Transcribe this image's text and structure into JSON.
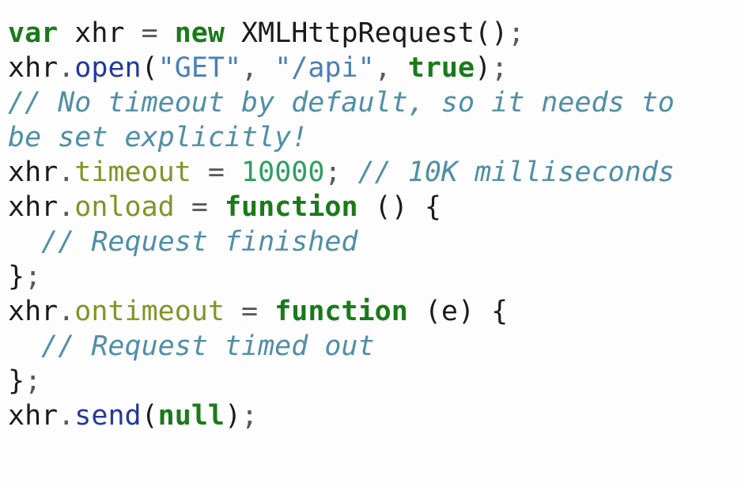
{
  "page": {
    "background": "#fdfdfd"
  },
  "code_block": {
    "language": "javascript",
    "colors": {
      "plain": "#1b1b1b",
      "keyword": "#1a7a1a",
      "number": "#2f9e63",
      "property": "#7d9628",
      "function": "#22389f",
      "string": "#4a7fb9",
      "comment": "#4f8fa6",
      "punctuation": "#595959"
    },
    "lines": [
      [
        [
          "kw",
          "var"
        ],
        [
          "pl",
          " xhr "
        ],
        [
          "pu",
          "="
        ],
        [
          "pl",
          " "
        ],
        [
          "kw",
          "new"
        ],
        [
          "pl",
          " XMLHttpRequest()"
        ],
        [
          "pu",
          ";"
        ]
      ],
      [
        [
          "pl",
          "xhr"
        ],
        [
          "pu",
          "."
        ],
        [
          "fn",
          "open"
        ],
        [
          "pl",
          "("
        ],
        [
          "st",
          "\"GET\""
        ],
        [
          "pu",
          ","
        ],
        [
          "pl",
          " "
        ],
        [
          "st",
          "\"/api\""
        ],
        [
          "pu",
          ","
        ],
        [
          "pl",
          " "
        ],
        [
          "kw",
          "true"
        ],
        [
          "pl",
          ")"
        ],
        [
          "pu",
          ";"
        ]
      ],
      [
        [
          "co",
          "// No timeout by default, so it needs to"
        ]
      ],
      [
        [
          "co",
          "be set explicitly!"
        ]
      ],
      [
        [
          "pl",
          "xhr"
        ],
        [
          "pu",
          "."
        ],
        [
          "pr",
          "timeout"
        ],
        [
          "pl",
          " "
        ],
        [
          "pu",
          "="
        ],
        [
          "pl",
          " "
        ],
        [
          "nu",
          "10000"
        ],
        [
          "pu",
          ";"
        ],
        [
          "pl",
          " "
        ],
        [
          "co",
          "// 10K milliseconds"
        ]
      ],
      [
        [
          "pl",
          "xhr"
        ],
        [
          "pu",
          "."
        ],
        [
          "pr",
          "onload"
        ],
        [
          "pl",
          " "
        ],
        [
          "pu",
          "="
        ],
        [
          "pl",
          " "
        ],
        [
          "kw",
          "function"
        ],
        [
          "pl",
          " () {"
        ]
      ],
      [
        [
          "co",
          "  // Request finished"
        ]
      ],
      [
        [
          "pl",
          "}"
        ],
        [
          "pu",
          ";"
        ]
      ],
      [
        [
          "pl",
          "xhr"
        ],
        [
          "pu",
          "."
        ],
        [
          "pr",
          "ontimeout"
        ],
        [
          "pl",
          " "
        ],
        [
          "pu",
          "="
        ],
        [
          "pl",
          " "
        ],
        [
          "kw",
          "function"
        ],
        [
          "pl",
          " (e) {"
        ]
      ],
      [
        [
          "co",
          "  // Request timed out"
        ]
      ],
      [
        [
          "pl",
          "}"
        ],
        [
          "pu",
          ";"
        ]
      ],
      [
        [
          "pl",
          "xhr"
        ],
        [
          "pu",
          "."
        ],
        [
          "fn",
          "send"
        ],
        [
          "pl",
          "("
        ],
        [
          "kw",
          "null"
        ],
        [
          "pl",
          ")"
        ],
        [
          "pu",
          ";"
        ]
      ]
    ]
  }
}
